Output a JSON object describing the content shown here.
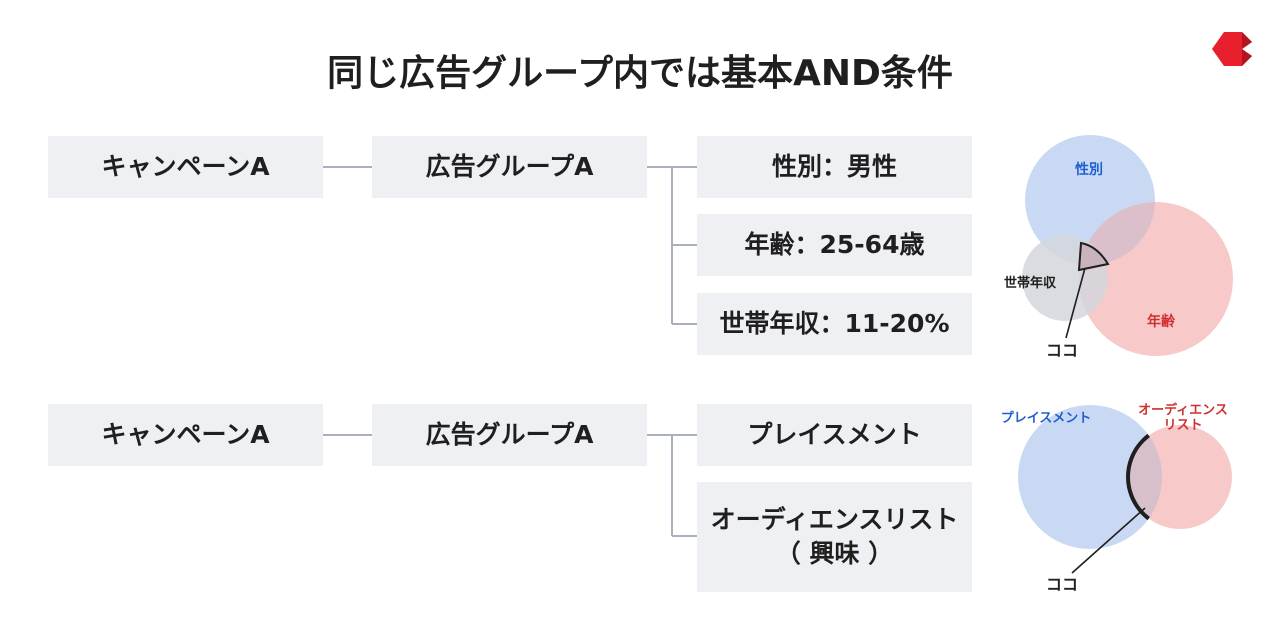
{
  "title": "同じ広告グループ内では基本AND条件",
  "diagram1": {
    "campaign": "キャンペーンA",
    "ad_group": "広告グループA",
    "conditions": [
      "性別：男性",
      "年齢：25-64歳",
      "世帯年収：11-20%"
    ],
    "venn": {
      "labels": [
        "性別",
        "年齢",
        "世帯年収"
      ],
      "pointer_label": "ココ",
      "colors": {
        "gender": "#c9d9f3",
        "age": "#f7c4c4",
        "income": "#d9dbe0",
        "blue_text": "#1f5fd0",
        "red_text": "#d0302f"
      }
    }
  },
  "diagram2": {
    "campaign": "キャンペーンA",
    "ad_group": "広告グループA",
    "conditions": [
      "プレイスメント",
      "オーディエンスリスト",
      "（ 興味 ）"
    ],
    "venn": {
      "labels": [
        "プレイスメント",
        "オーディエンス",
        "リスト"
      ],
      "pointer_label": "ココ"
    }
  },
  "colors": {
    "box_bg": "#eef0f4",
    "connector": "#a9b0bc",
    "logo": "#e8202e"
  }
}
